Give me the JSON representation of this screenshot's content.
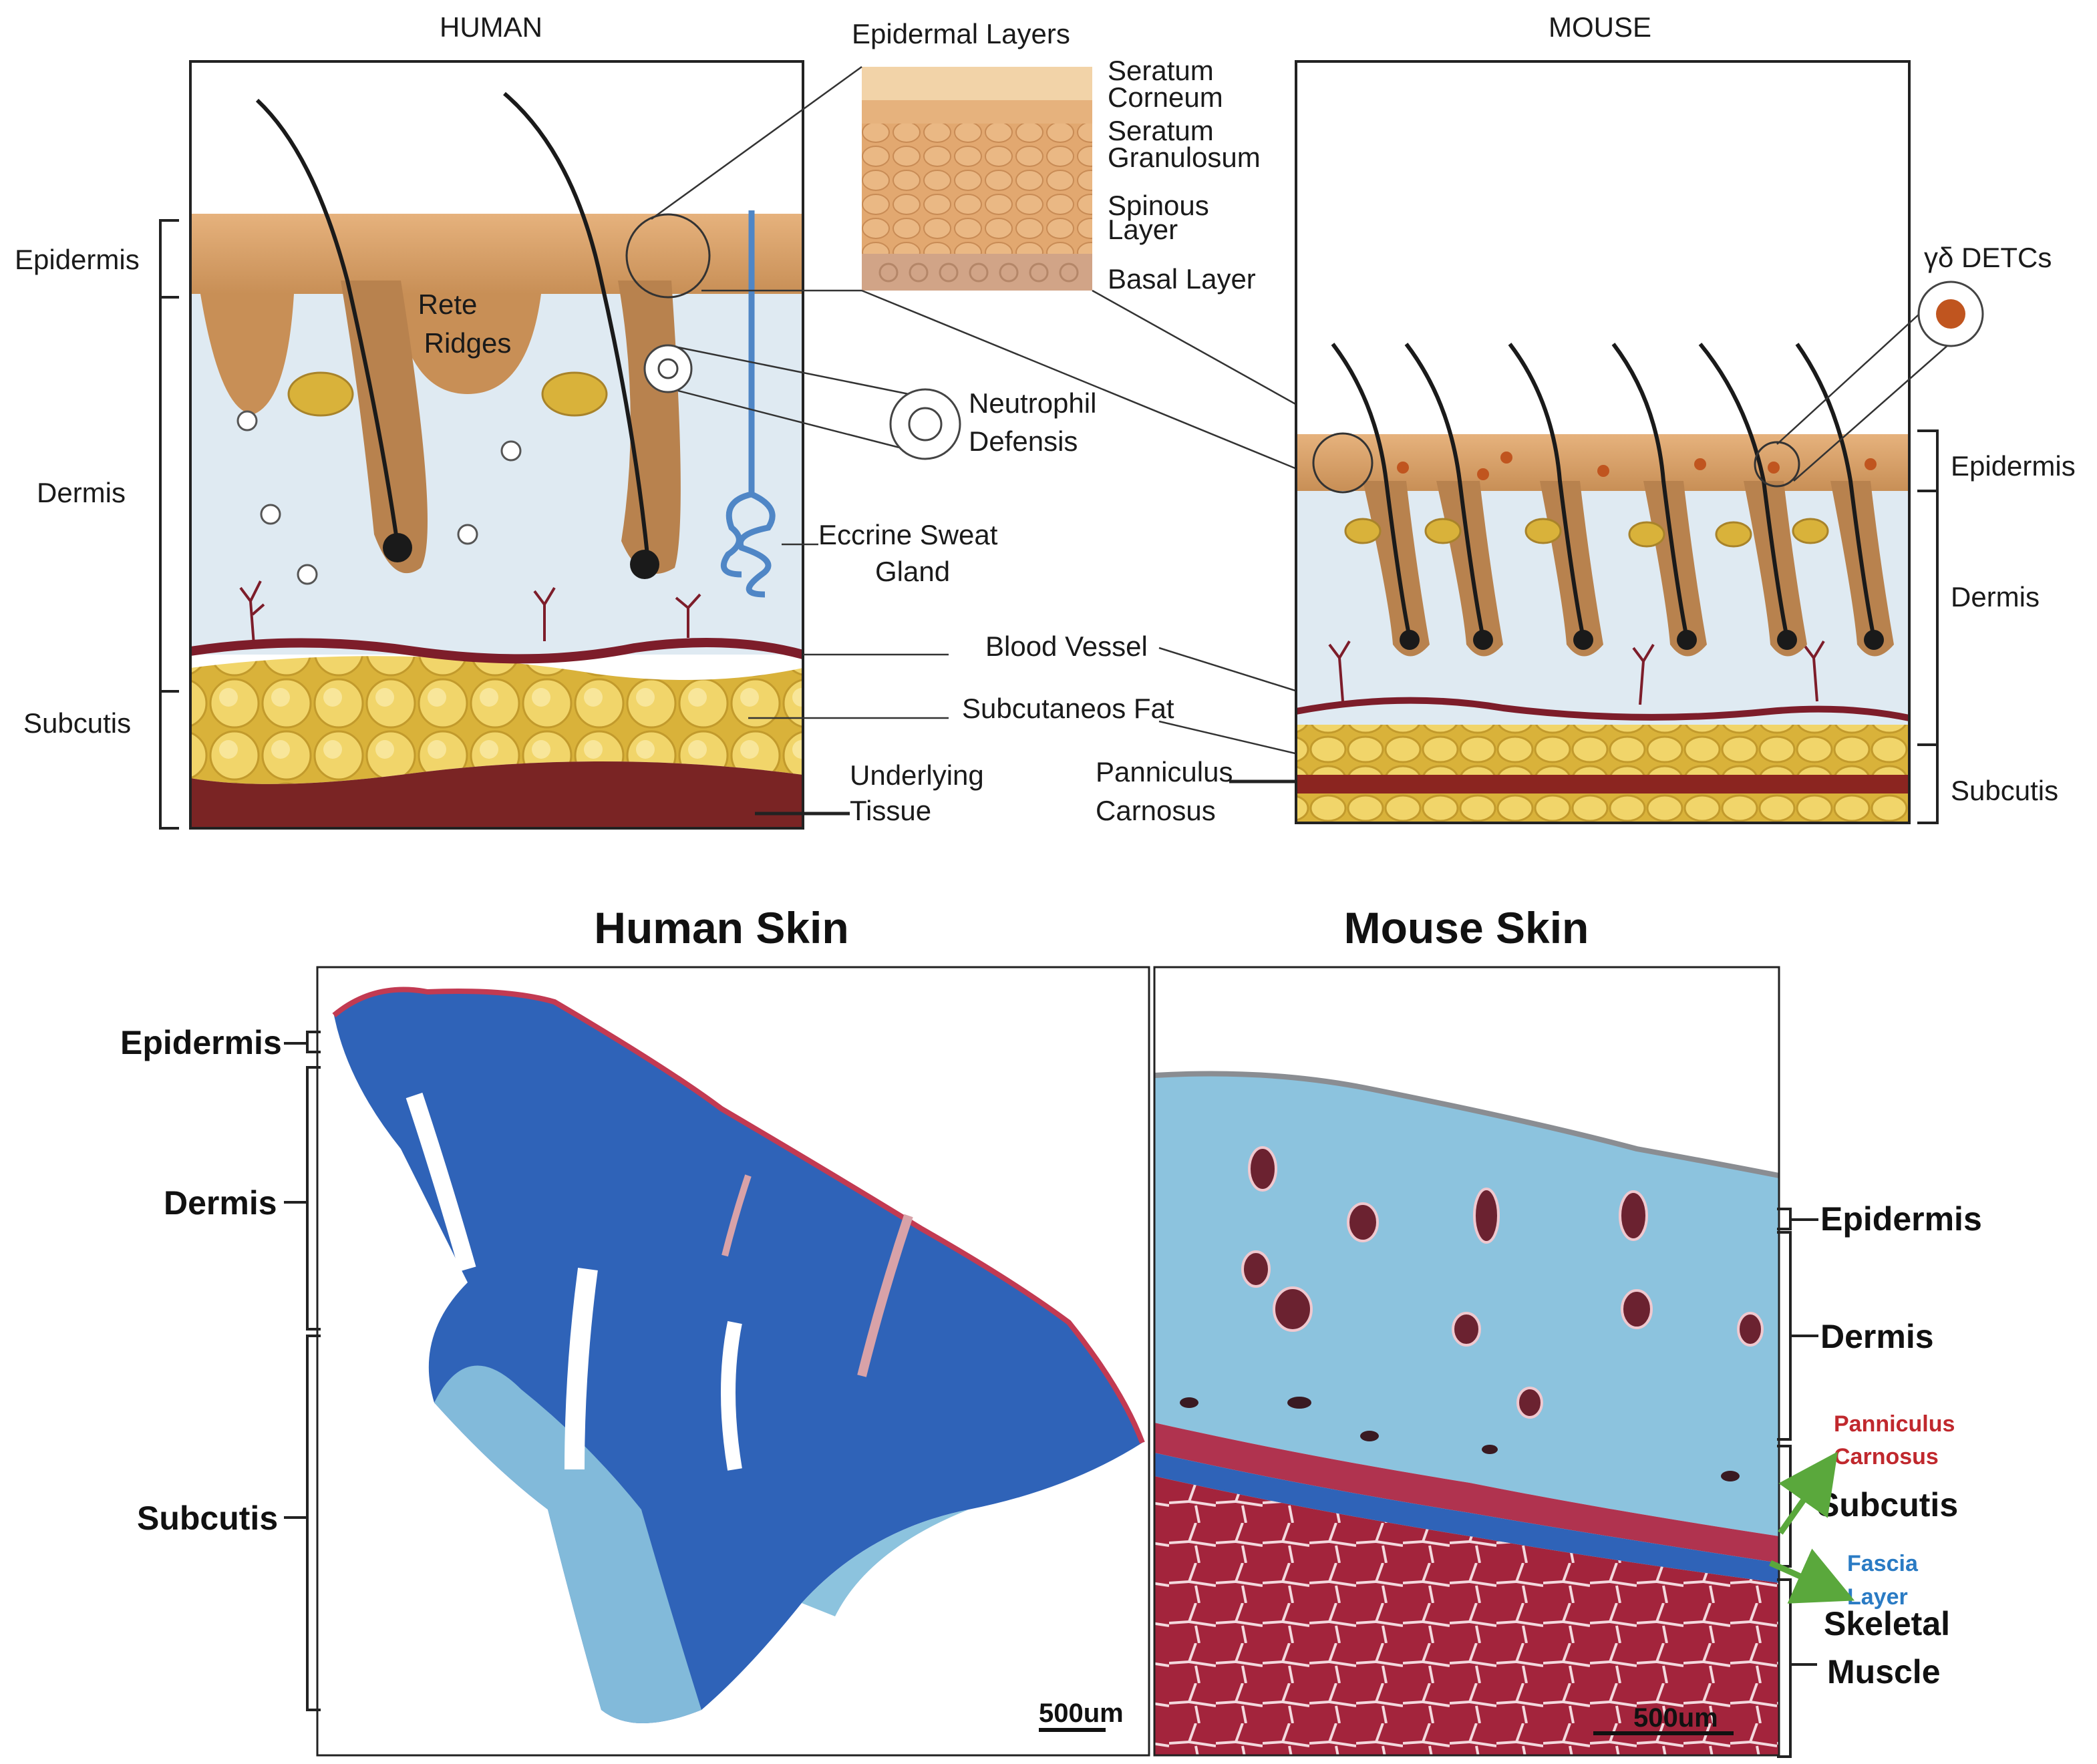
{
  "top_diagram": {
    "human_title": "HUMAN",
    "mouse_title": "MOUSE",
    "epidermal_title": "Epidermal Layers",
    "layers": {
      "corneum_1": "Seratum",
      "corneum_2": "Corneum",
      "granulosum_1": "Seratum",
      "granulosum_2": "Granulosum",
      "spinous_1": "Spinous",
      "spinous_2": "Layer",
      "basal": "Basal Layer"
    },
    "human_side": {
      "epidermis": "Epidermis",
      "dermis": "Dermis",
      "subcutis": "Subcutis"
    },
    "rete_1": "Rete",
    "rete_2": "Ridges",
    "neutrophil_1": "Neutrophil",
    "neutrophil_2": "Defensis",
    "eccrine_1": "Eccrine Sweat",
    "eccrine_2": "Gland",
    "blood_vessel": "Blood Vessel",
    "subcutaneous_fat": "Subcutaneos Fat",
    "underlying_1": "Underlying",
    "underlying_2": "Tissue",
    "panniculus_1": "Panniculus",
    "panniculus_2": "Carnosus",
    "detcs": "γδ DETCs",
    "mouse_side": {
      "epidermis": "Epidermis",
      "dermis": "Dermis",
      "subcutis": "Subcutis"
    }
  },
  "bottom_panels": {
    "human_title": "Human Skin",
    "mouse_title": "Mouse Skin",
    "human_labels": {
      "epidermis": "Epidermis",
      "dermis": "Dermis",
      "subcutis": "Subcutis"
    },
    "mouse_labels": {
      "epidermis": "Epidermis",
      "dermis": "Dermis",
      "panniculus_1": "Panniculus",
      "panniculus_2": "Carnosus",
      "subcutis": "Subcutis",
      "fascia_1": "Fascia",
      "fascia_2": "Layer",
      "skeletal_1": "Skeletal",
      "skeletal_2": "Muscle"
    },
    "scale_human": "500um",
    "scale_mouse": "500um"
  },
  "colors": {
    "epidermis": "#c8915a",
    "dermis": "#dfeaf2",
    "fat": "#e7c44a",
    "tissue": "#7a2424",
    "vessel": "#7d1d2a",
    "sweat": "#4f86c6",
    "stain_blue": "#2f63b8",
    "stain_light": "#8cc3de",
    "muscle": "#a3243c",
    "red_label": "#c0282d",
    "blue_label": "#2a7bc4",
    "arrow_green": "#5aa83c"
  }
}
